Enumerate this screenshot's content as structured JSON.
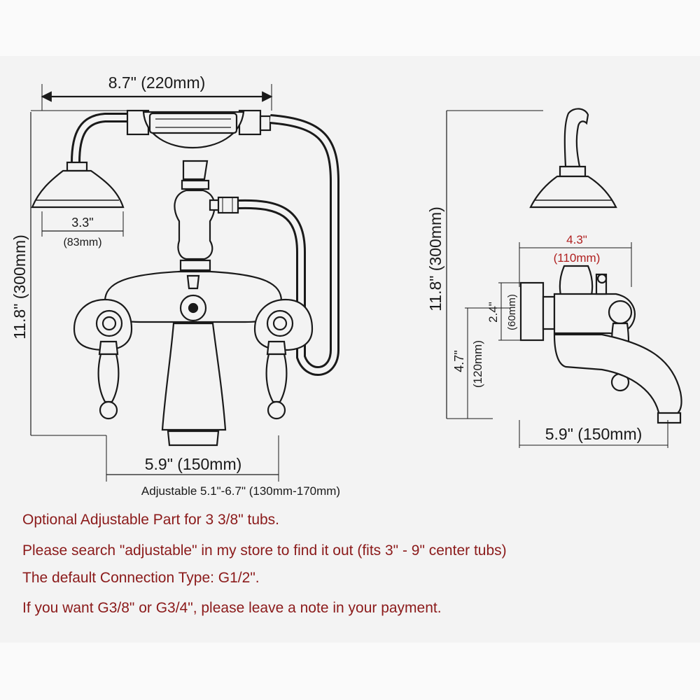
{
  "dimensions": {
    "width_top": "8.7\" (220mm)",
    "height_left": "11.8\" (300mm)",
    "shower_head_in": "3.3\"",
    "shower_head_mm": "(83mm)",
    "center_in_mm": "5.9\" (150mm)",
    "adjustable": "Adjustable 5.1\"-6.7\" (130mm-170mm)",
    "height_right": "11.8\" (300mm)",
    "depth_in": "4.3\"",
    "depth_mm": "(110mm)",
    "flange_in": "2.4\"",
    "flange_mm": "(60mm)",
    "spout_height_in": "4.7\"",
    "spout_height_mm": "(120mm)",
    "spout_reach": "5.9\" (150mm)"
  },
  "notes": {
    "line1": "Optional Adjustable Part for 3 3/8\" tubs.",
    "line2": "Please search \"adjustable\" in my store to find it out (fits 3\" - 9\" center tubs)",
    "line3": "The default Connection Type: G1/2\".",
    "line4": "If you want G3/8\" or G3/4\", please leave a note in your payment."
  },
  "colors": {
    "background": "#f3f3f3",
    "line": "#1a1a1a",
    "note_text": "#8b1a1a",
    "accent_red": "#b02020"
  }
}
